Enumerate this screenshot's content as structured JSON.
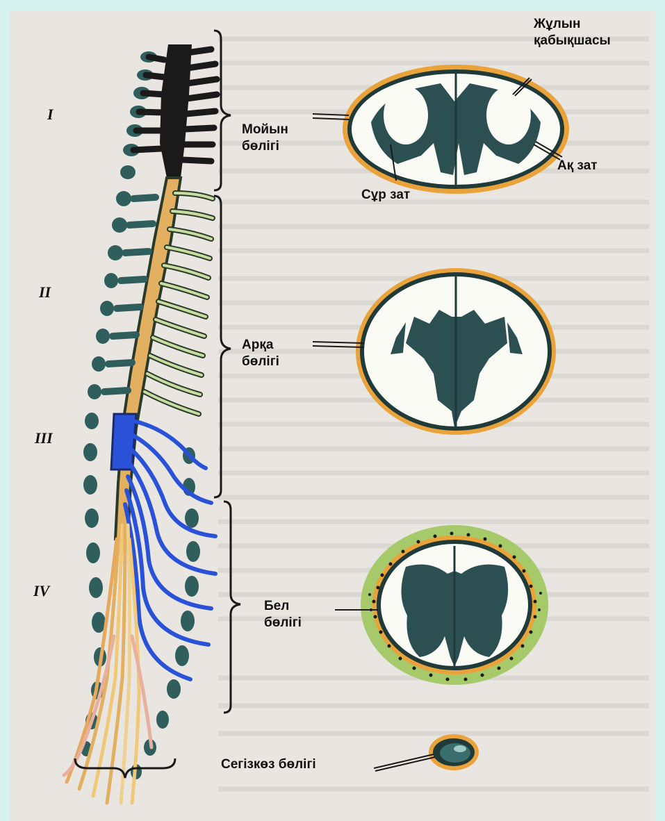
{
  "colors": {
    "background": "#d6f2ee",
    "paper": "#e9e6e1",
    "gray_matter": "#2c4f52",
    "membrane": "#e8a030",
    "cord_tan": "#e2b060",
    "nerve_blue": "#2a52d8",
    "lumbar_green": "#a6c96a"
  },
  "roman_numerals": [
    "I",
    "II",
    "III",
    "IV"
  ],
  "labels": {
    "zhulyn_1": "Жұлын",
    "zhulyn_2": "қабықшасы",
    "moiyn_1": "Мойын",
    "moiyn_2": "бөлігі",
    "aq_zat": "Ақ зат",
    "sur_zat": "Сұр зат",
    "arqa_1": "Арқа",
    "arqa_2": "бөлігі",
    "bel_1": "Бел",
    "bel_2": "бөлігі",
    "segizkoz": "Сегізкөз бөлігі"
  }
}
